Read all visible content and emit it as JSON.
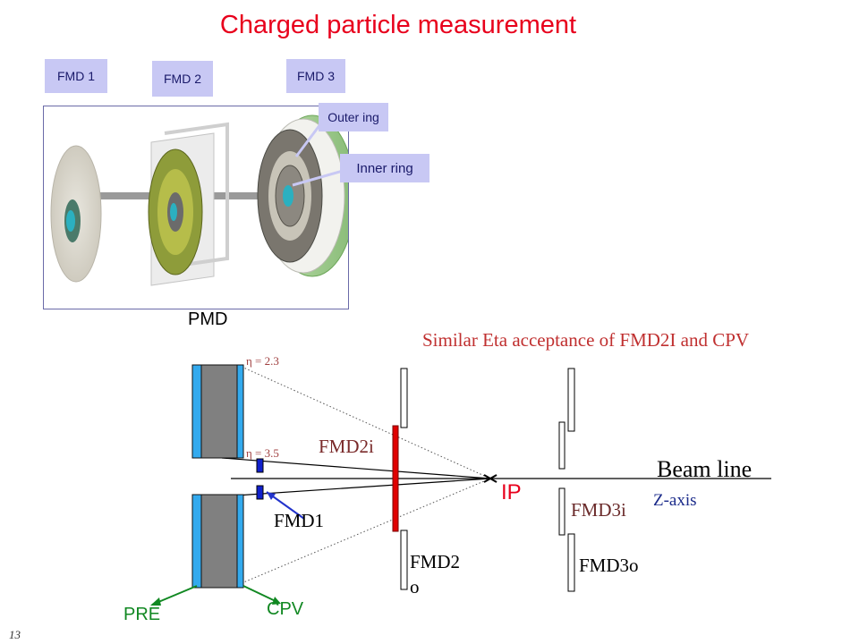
{
  "title": "Charged particle measurement",
  "photo_labels": {
    "fmd1": "FMD 1",
    "fmd2": "FMD 2",
    "fmd3": "FMD 3",
    "outer_ring": "Outer ing",
    "inner_ring": "Inner ring"
  },
  "pmd_label": "PMD",
  "acceptance_note": "Similar Eta acceptance of FMD2I and CPV",
  "eta_top": "η =  2.3",
  "eta_bottom": "η =  3.5",
  "labels": {
    "fmd2i": "FMD2i",
    "fmd1": "FMD1",
    "fmd2o_line1": "FMD2",
    "fmd2o_line2": "o",
    "ip": "IP",
    "beam_line": "Beam line",
    "z_axis": "Z-axis",
    "fmd3i": "FMD3i",
    "fmd3o": "FMD3o",
    "pre": "PRE",
    "cpv": "CPV"
  },
  "slide_number": "13",
  "colors": {
    "title": "#e8001c",
    "label_box": "#c8c8f4",
    "fmd2i_bar": "#e00000",
    "cpv_plate": "#33aaee",
    "fmd1_block": "#1020cc",
    "arrow_green": "#118822",
    "arrow_blue": "#2233cc"
  }
}
